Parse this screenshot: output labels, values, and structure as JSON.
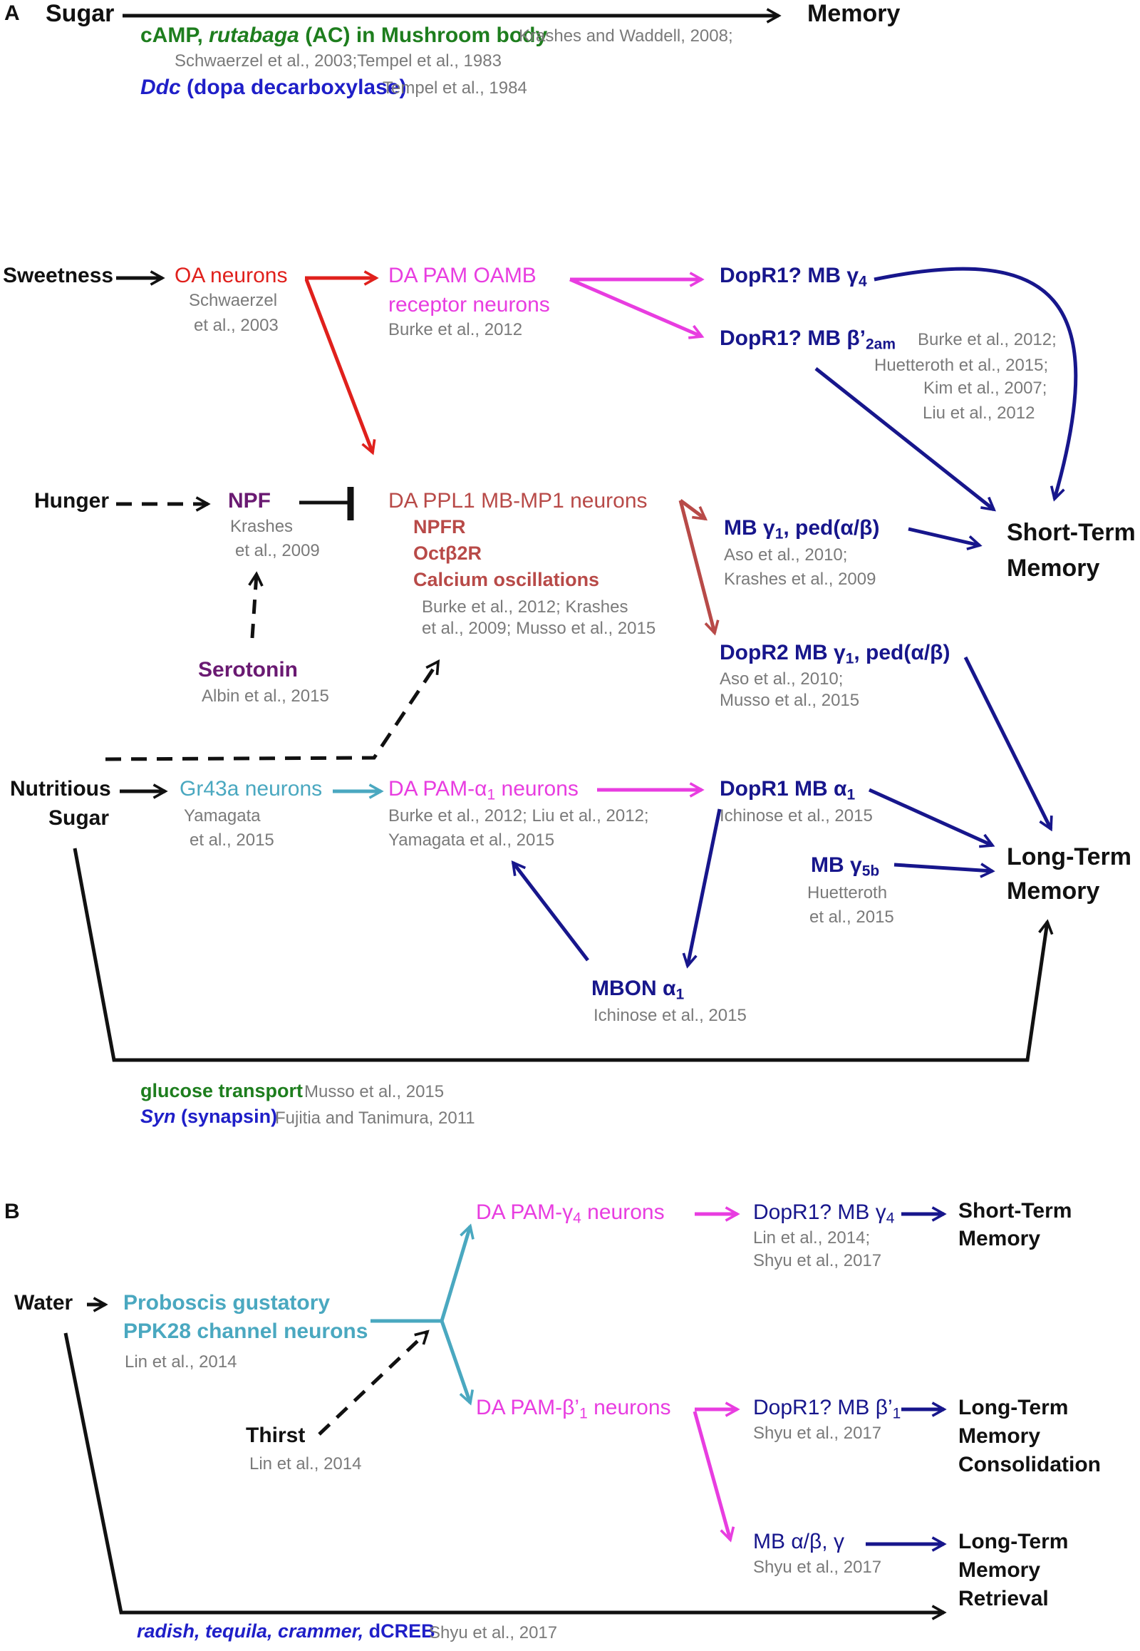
{
  "colors": {
    "black": "#111111",
    "red": "#e0201c",
    "magenta": "#e83de0",
    "navy": "#17168c",
    "brown": "#b84a48",
    "cyan": "#4aa8c0",
    "purple": "#6a1a72",
    "green": "#1e7e1e",
    "blue": "#1f1fc8",
    "gray": "#7a7a7a"
  },
  "panelA": {
    "label": "A",
    "sugar": "Sugar",
    "memory": "Memory",
    "camp_pre": "cAMP, ",
    "camp_italic": "rutabaga",
    "camp_post": " (AC) in Mushroom body",
    "camp_ref1": "Krashes and Waddell, 2008;",
    "camp_ref2": "Schwaerzel et al., 2003;Tempel et al., 1983",
    "ddc_italic": "Ddc",
    "ddc_post": " (dopa decarboxylase)",
    "ddc_ref": "Tempel et al., 1984",
    "sweetness": "Sweetness",
    "oa_neurons": "OA neurons",
    "oa_ref1": "Schwaerzel",
    "oa_ref2": "et al., 2003",
    "pam_oamb1": "DA PAM OAMB",
    "pam_oamb2": "receptor neurons",
    "pam_oamb_ref": "Burke et al., 2012",
    "dopr1_g4_text": "DopR1? MB γ",
    "dopr1_g4_sub": "4",
    "dopr1_b2_text": "DopR1? MB β’",
    "dopr1_b2_sub": "2am",
    "stm_refs": [
      "Burke et al., 2012;",
      "Huetteroth et al., 2015;",
      "Kim et al., 2007;",
      "Liu et al., 2012"
    ],
    "hunger": "Hunger",
    "npf": "NPF",
    "npf_ref1": "Krashes",
    "npf_ref2": "et al., 2009",
    "serotonin": "Serotonin",
    "serotonin_ref": "Albin et al., 2015",
    "ppl1": "DA PPL1 MB-MP1 neurons",
    "ppl1_items": [
      "NPFR",
      "Octβ2R",
      "Calcium oscillations"
    ],
    "ppl1_ref1": "Burke et al., 2012; Krashes",
    "ppl1_ref2": "et al., 2009; Musso et al., 2015",
    "mbg1_text": "MB γ",
    "mbg1_sub": "1",
    "mbg1_post": ", ped(α/β)",
    "mbg1_ref1": "Aso et al., 2010;",
    "mbg1_ref2": "Krashes et al., 2009",
    "stm1": "Short-Term",
    "stm2": "Memory",
    "dopr2_text": "DopR2 MB γ",
    "dopr2_sub": "1",
    "dopr2_post": ", ped(α/β)",
    "dopr2_ref1": "Aso et al., 2010;",
    "dopr2_ref2": "Musso et al., 2015",
    "nutri1": "Nutritious",
    "nutri2": "Sugar",
    "gr43a": "Gr43a neurons",
    "gr43a_ref1": "Yamagata",
    "gr43a_ref2": "et al., 2015",
    "pam_a1_text": "DA PAM-α",
    "pam_a1_sub": "1",
    "pam_a1_post": " neurons",
    "pam_a1_ref1": "Burke et al., 2012; Liu et al., 2012;",
    "pam_a1_ref2": "Yamagata et al., 2015",
    "dopr1_a1_text": "DopR1 MB α",
    "dopr1_a1_sub": "1",
    "dopr1_a1_ref": "Ichinose  et al., 2015",
    "mbg5b_text": "MB γ",
    "mbg5b_sub": "5b",
    "mbg5b_ref1": "Huetteroth",
    "mbg5b_ref2": "et al., 2015",
    "ltm1": "Long-Term",
    "ltm2": "Memory",
    "mbon_text": "MBON α",
    "mbon_sub": "1",
    "mbon_ref": "Ichinose et al., 2015",
    "glucose": "glucose transport",
    "glucose_ref": "Musso et al., 2015",
    "syn_italic": "Syn",
    "syn_post": " (synapsin)",
    "syn_ref": "Fujitia and Tanimura, 2011"
  },
  "panelB": {
    "label": "B",
    "water": "Water",
    "proboscis1": "Proboscis gustatory",
    "proboscis2": "PPK28 channel  neurons",
    "proboscis_ref": "Lin et al., 2014",
    "thirst": "Thirst",
    "thirst_ref": "Lin et al., 2014",
    "pam_g4_text": "DA PAM-γ",
    "pam_g4_sub": "4",
    "pam_g4_post": " neurons",
    "dopr1_g4_text": "DopR1? MB γ",
    "dopr1_g4_sub": "4",
    "dopr1_g4_ref1": "Lin et al., 2014;",
    "dopr1_g4_ref2": "Shyu et al., 2017",
    "stm1": "Short-Term",
    "stm2": "Memory",
    "pam_b1_text": "DA PAM-β’",
    "pam_b1_sub": "1",
    "pam_b1_post": " neurons",
    "dopr1_b1_text": "DopR1? MB β’",
    "dopr1_b1_sub": "1",
    "dopr1_b1_ref": "Shyu et al., 2017",
    "ltmc": [
      "Long-Term",
      "Memory",
      "Consolidation"
    ],
    "mbab_text": "MB α/β, γ",
    "mbab_ref": "Shyu et al., 2017",
    "ltmr": [
      "Long-Term",
      "Memory",
      "Retrieval"
    ],
    "genes_italic": "radish, tequila, crammer,",
    "genes_post": " dCREB",
    "genes_ref": "Shyu et al., 2017"
  }
}
